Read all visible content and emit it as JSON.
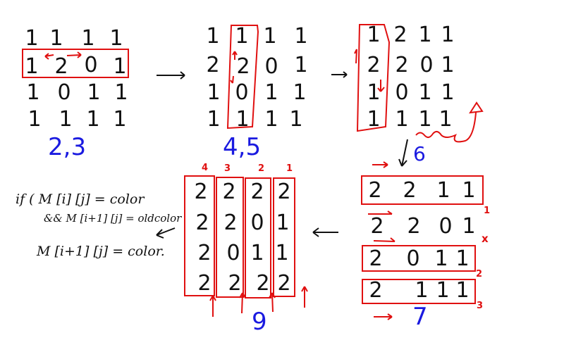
{
  "colors": {
    "ink": "#111111",
    "highlight": "#e01010",
    "step_label": "#1a1ae0",
    "background": "#ffffff"
  },
  "panels": [
    {
      "id": "p1",
      "step_label": "2,3",
      "grid": [
        [
          "1",
          "1",
          "1",
          "1"
        ],
        [
          "1",
          "2",
          "0",
          "1"
        ],
        [
          "1",
          "0",
          "1",
          "1"
        ],
        [
          "1",
          "1",
          "1",
          "1"
        ]
      ],
      "highlight": "row 2"
    },
    {
      "id": "p2",
      "step_label": "4,5",
      "grid": [
        [
          "1",
          "1",
          "1",
          "1"
        ],
        [
          "2",
          "2",
          "0",
          "1"
        ],
        [
          "1",
          "0",
          "1",
          "1"
        ],
        [
          "1",
          "1",
          "1",
          "1"
        ]
      ],
      "highlight": "column 2"
    },
    {
      "id": "p3",
      "step_label": "6",
      "grid": [
        [
          "1",
          "2",
          "1",
          "1"
        ],
        [
          "2",
          "2",
          "0",
          "1"
        ],
        [
          "1",
          "0",
          "1",
          "1"
        ],
        [
          "1",
          "1",
          "1",
          "1"
        ]
      ],
      "highlight": "column 1"
    },
    {
      "id": "p4",
      "step_label": "7",
      "grid": [
        [
          "2",
          "2",
          "1",
          "1"
        ],
        [
          "2",
          "2",
          "0",
          "1"
        ],
        [
          "2",
          "0",
          "1",
          "1"
        ],
        [
          "2",
          "1",
          "1",
          "1"
        ]
      ],
      "row_marks": [
        "1",
        "x",
        "2",
        "3"
      ]
    },
    {
      "id": "p5",
      "step_label": "9",
      "grid": [
        [
          "2",
          "2",
          "2",
          "2"
        ],
        [
          "2",
          "2",
          "0",
          "1"
        ],
        [
          "2",
          "0",
          "1",
          "1"
        ],
        [
          "2",
          "2",
          "2",
          "2"
        ]
      ],
      "column_marks": [
        "4",
        "3",
        "2",
        "1"
      ]
    }
  ],
  "code": {
    "line1": "if ( M [i] [j] = color",
    "line2": "&& M [i+1] [j] = oldcolor",
    "line3": "M [i+1] [j] = color."
  }
}
